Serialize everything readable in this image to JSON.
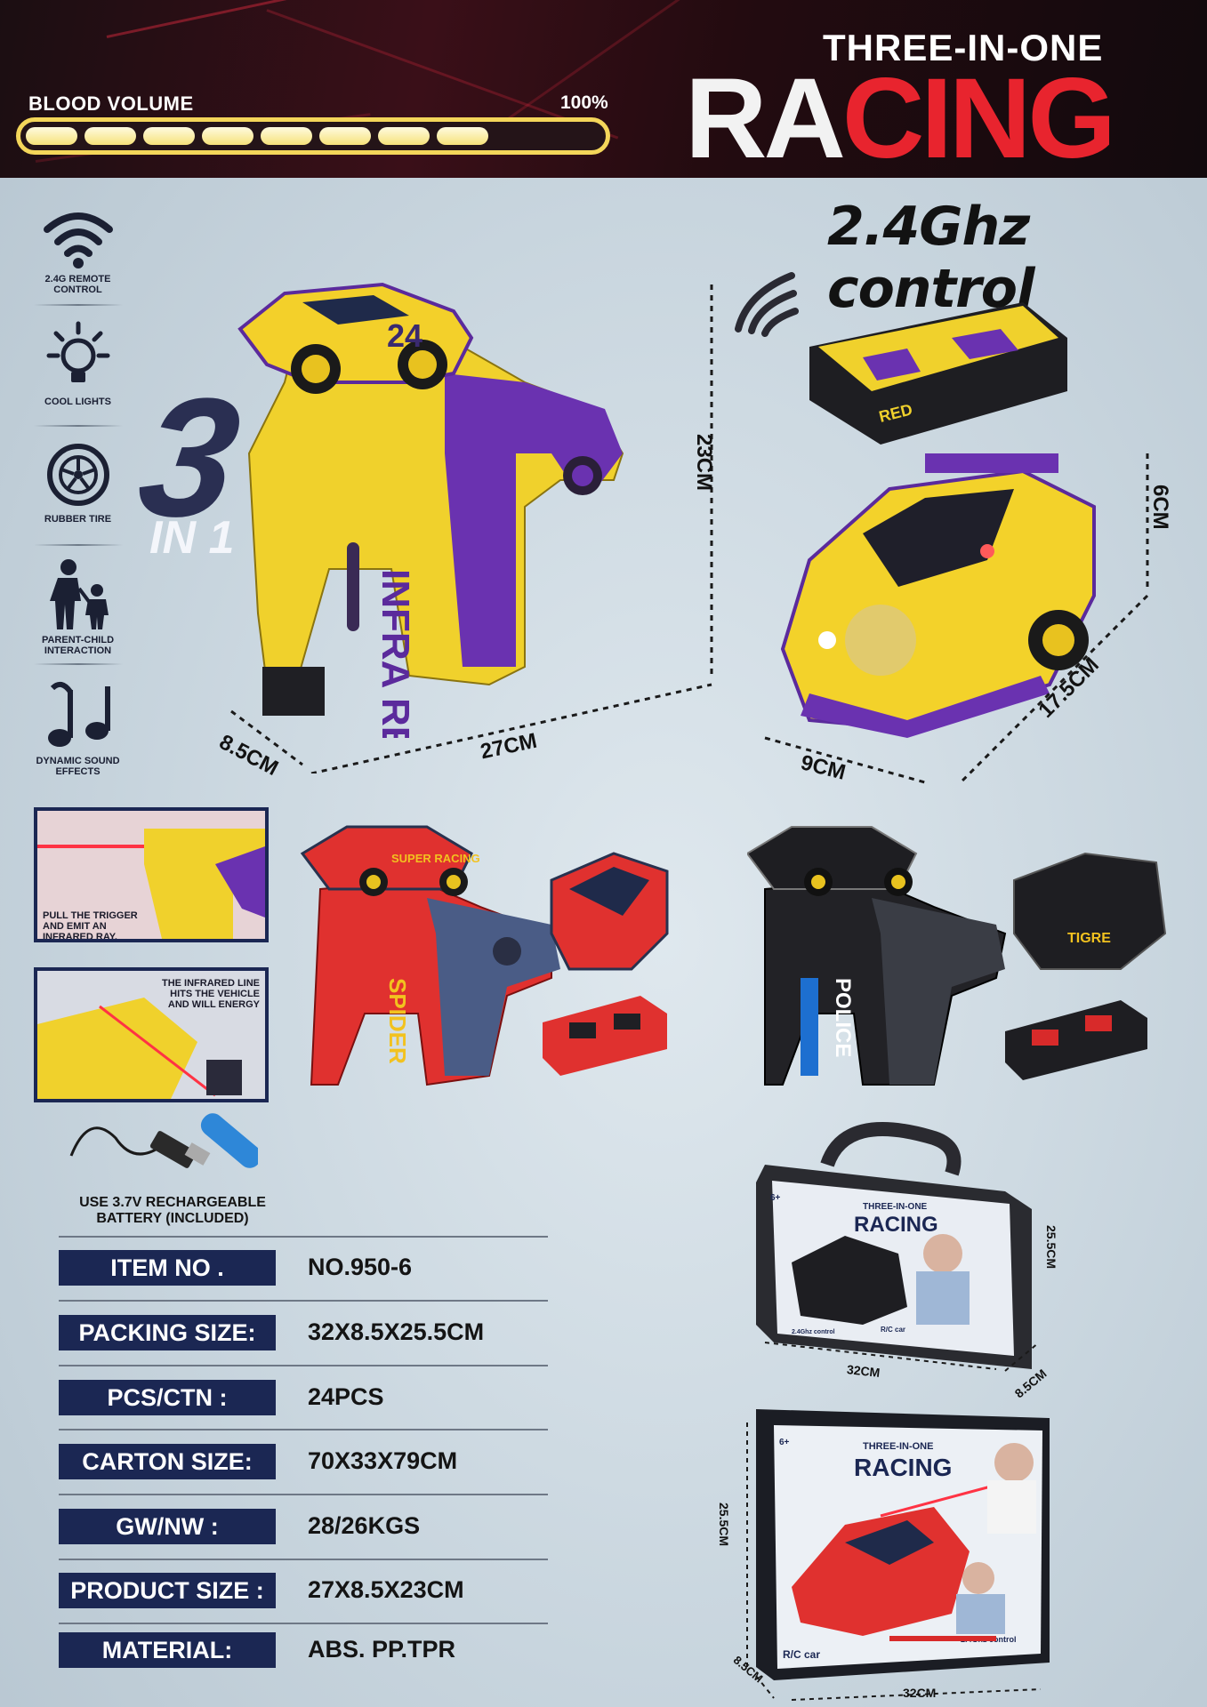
{
  "header": {
    "blood_label": "BLOOD VOLUME",
    "blood_percent": "100%",
    "blood_level": 0.8,
    "title_top": "THREE-IN-ONE",
    "title_main_a": "RA",
    "title_main_b": "CING"
  },
  "control_label": "2.4Ghz control",
  "badge": {
    "big": "3",
    "small": "IN 1"
  },
  "features": [
    {
      "icon": "wifi-icon",
      "label": "2.4G REMOTE CONTROL"
    },
    {
      "icon": "bulb-icon",
      "label": "COOL LIGHTS"
    },
    {
      "icon": "tire-icon",
      "label": "RUBBER TIRE"
    },
    {
      "icon": "family-icon",
      "label": "PARENT-CHILD INTERACTION"
    },
    {
      "icon": "music-note-icon",
      "label": "DYNAMIC SOUND EFFECTS"
    }
  ],
  "dimensions": {
    "gun_height": "23CM",
    "gun_width": "27CM",
    "gun_depth": "8.5CM",
    "car_height": "6CM",
    "car_width": "9CM",
    "car_length": "17.5CM",
    "case_height": "25.5CM",
    "case_width": "32CM",
    "case_depth": "8.5CM",
    "box_height": "25.5CM",
    "box_width": "32CM",
    "box_depth": "8.5CM"
  },
  "product_marks": {
    "gun_brand": "INFRA RED",
    "car_number": "24",
    "remote_brand": "RED",
    "red_gun_brand": "SPIDER",
    "red_car_brand": "SUPER RACING",
    "black_gun_brand": "POLICE",
    "black_car_brand": "TIGRE"
  },
  "callouts": {
    "trigger": "PULL THE TRIGGER AND EMIT AN INFRARED RAY.",
    "infrared": "THE INFRARED LINE HITS THE VEHICLE AND WILL ENERGY"
  },
  "battery_label": "USE 3.7V RECHARGEABLE BATTERY (INCLUDED)",
  "specs": [
    {
      "key": "ITEM NO .",
      "value": "NO.950-6"
    },
    {
      "key": "PACKING SIZE:",
      "value": "32X8.5X25.5CM"
    },
    {
      "key": "PCS/CTN :",
      "value": "24PCS"
    },
    {
      "key": "CARTON SIZE:",
      "value": "70X33X79CM"
    },
    {
      "key": "GW/NW :",
      "value": "28/26KGS"
    },
    {
      "key": "PRODUCT SIZE :",
      "value": "27X8.5X23CM"
    },
    {
      "key": "MATERIAL:",
      "value": "ABS. PP.TPR"
    }
  ],
  "packaging": {
    "case_title_top": "THREE-IN-ONE",
    "case_title_main": "RACING",
    "case_control": "2.4Ghz control",
    "case_badge": "R/C car",
    "box_title_top": "THREE-IN-ONE",
    "box_title_main": "RACING",
    "box_control": "2.4Ghz control",
    "box_badge": "R/C car",
    "age": "6+"
  },
  "colors": {
    "navy": "#1b2753",
    "yellow": "#f2d23a",
    "purple": "#5b2a9c",
    "red": "#e8242e",
    "background": "#c9d6df"
  }
}
